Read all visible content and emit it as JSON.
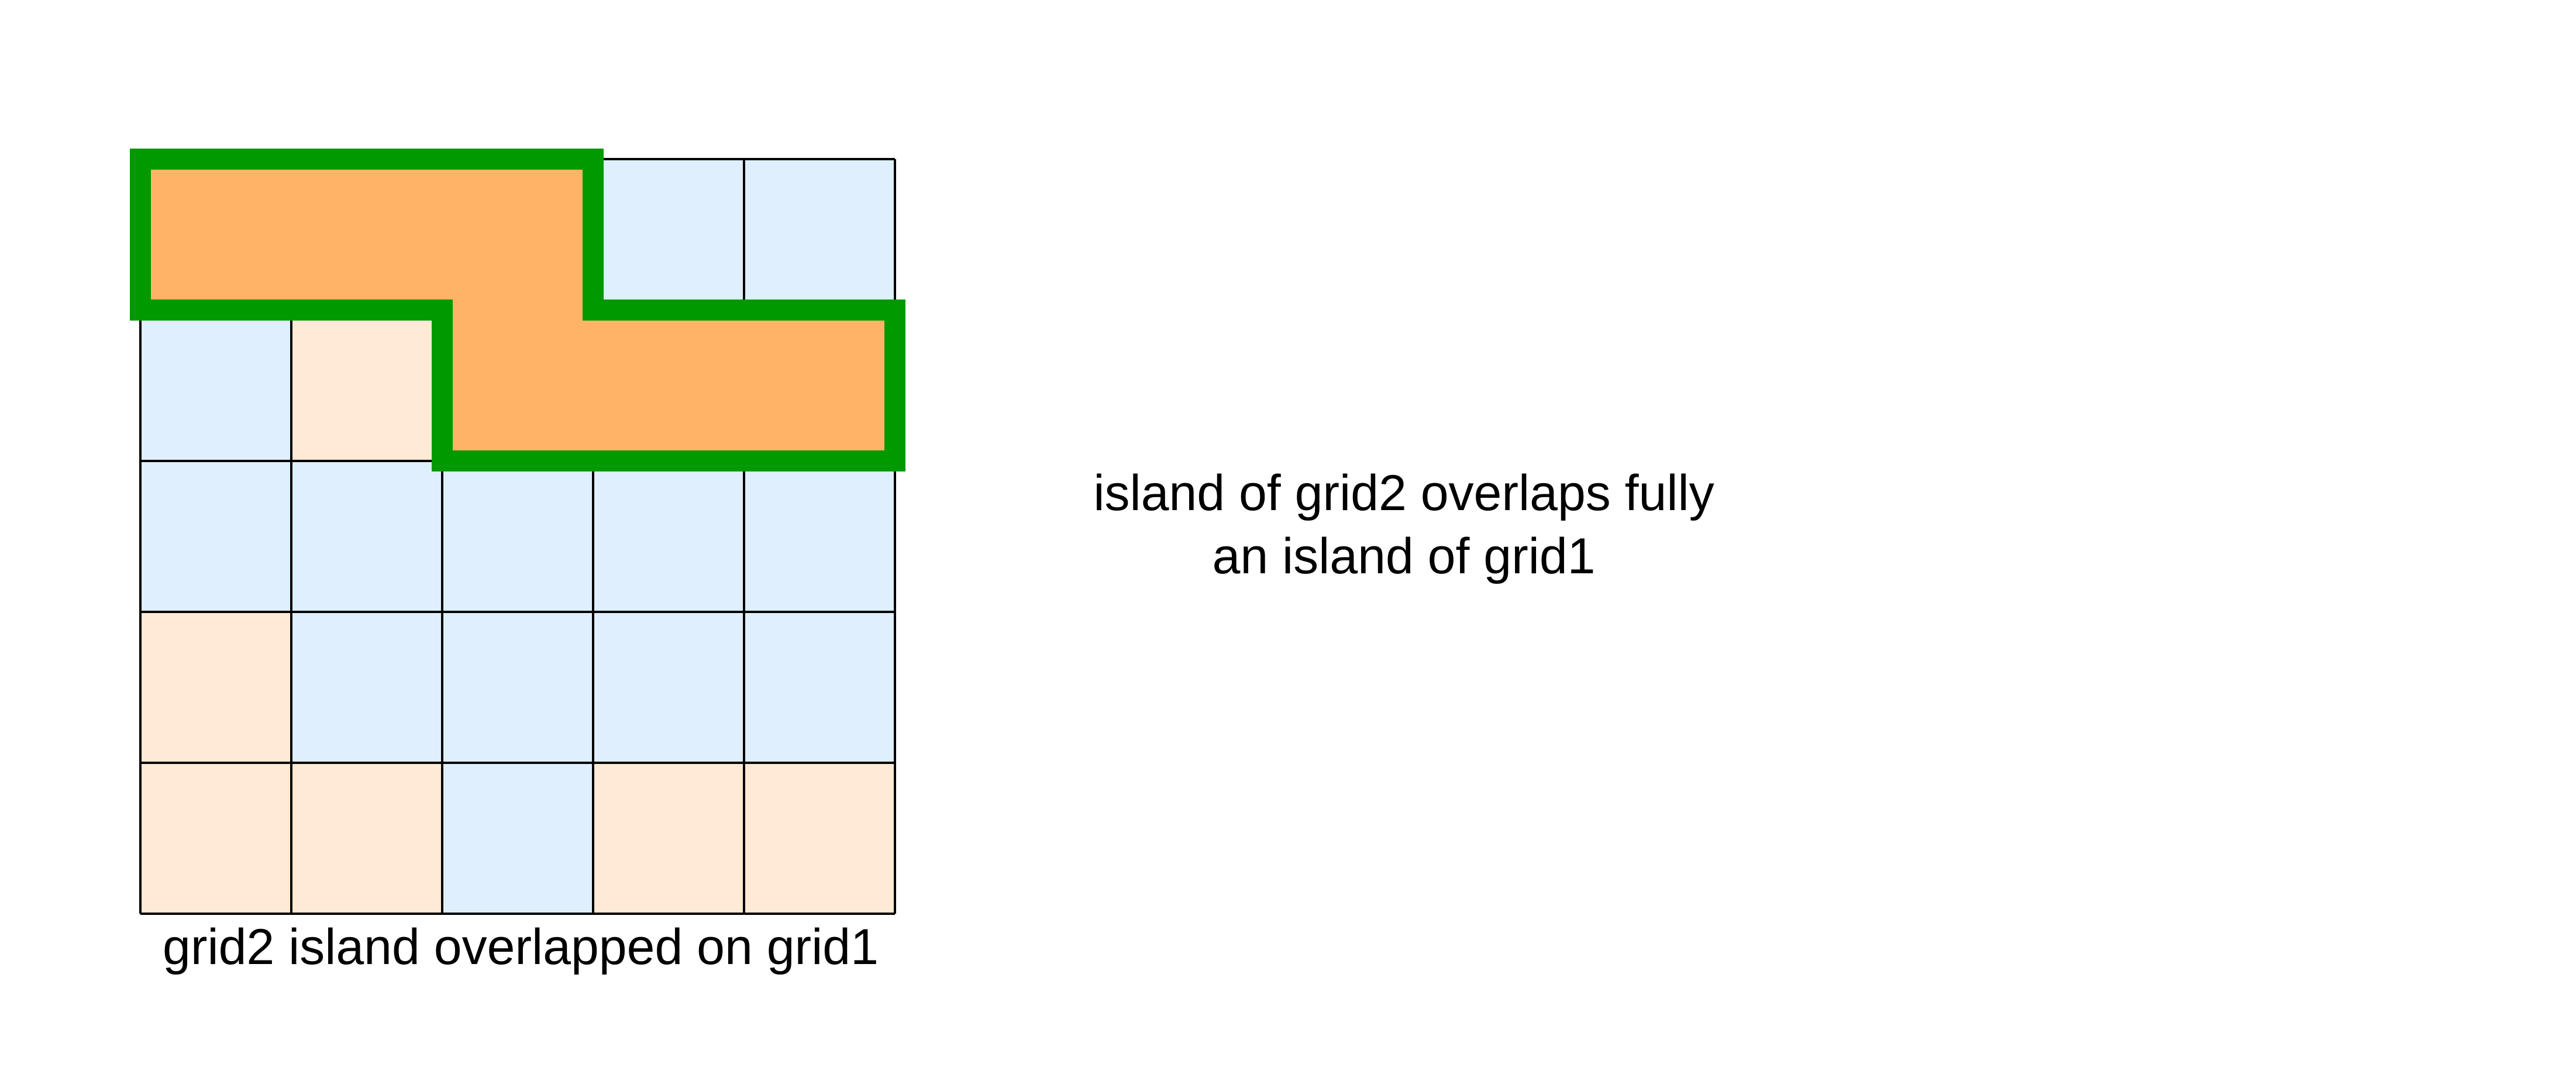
{
  "grid": {
    "rows": 5,
    "cols": 5,
    "cells": [
      [
        "island",
        "island",
        "island",
        "water",
        "water"
      ],
      [
        "water",
        "land",
        "island",
        "island",
        "island"
      ],
      [
        "water",
        "water",
        "water",
        "water",
        "water"
      ],
      [
        "land",
        "water",
        "water",
        "water",
        "water"
      ],
      [
        "land",
        "land",
        "water",
        "land",
        "land"
      ]
    ]
  },
  "colors": {
    "water": "#dfeffd",
    "land": "#ffead5",
    "island": "#ffb366",
    "outline": "#009900",
    "grid_line": "#000000"
  },
  "caption": "grid2 island overlapped on grid1",
  "note": {
    "line1": "island of grid2 overlaps fully",
    "line2": "an island of grid1"
  }
}
